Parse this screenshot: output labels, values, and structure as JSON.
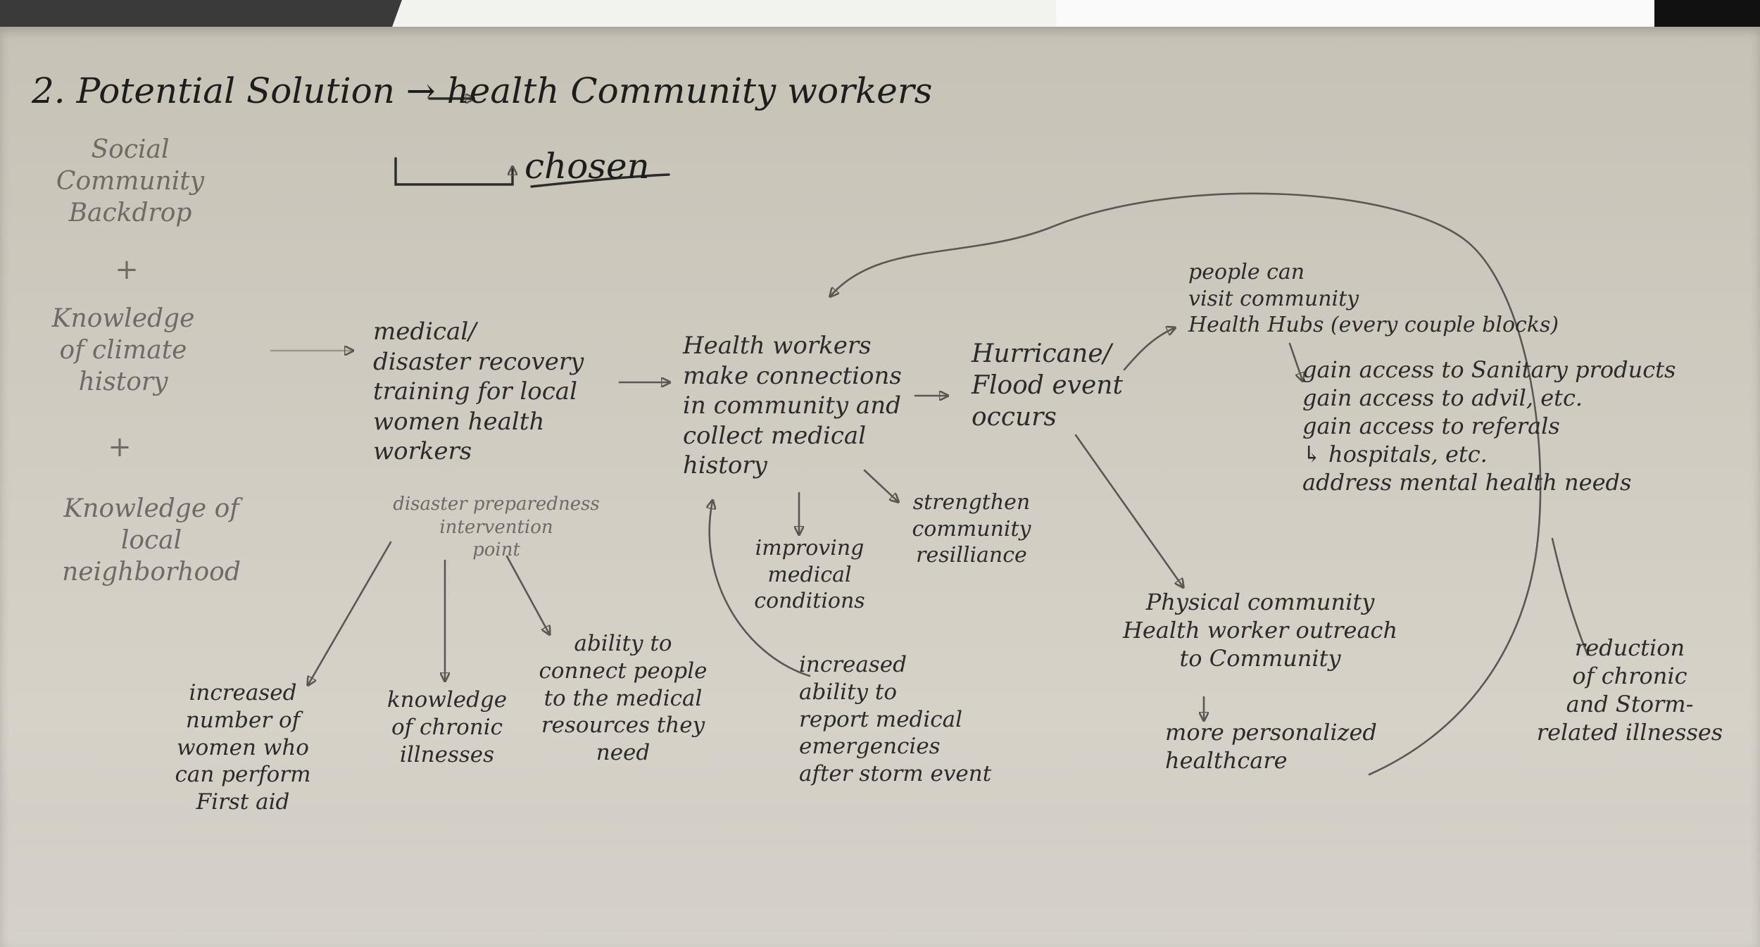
{
  "title": "2. Potential Solution → health Community workers",
  "chosen": "chosen",
  "inputs": {
    "social": "Social\nCommunity\nBackdrop",
    "plus1": "+",
    "climate": "Knowledge\nof climate\nhistory",
    "plus2": "+",
    "neighborhood": "Knowledge of\nlocal neighborhood"
  },
  "nodes": {
    "training": "medical/\ndisaster recovery\ntraining for local\nwomen health\nworkers",
    "intervention": "disaster preparedness\nintervention\npoint",
    "first_aid": "increased\nnumber of\nwomen who\ncan perform\nFirst aid",
    "chronic": "knowledge\nof chronic\nillnesses",
    "connect": "ability to\nconnect people\nto the medical\nresources they\nneed",
    "connections": "Health workers\nmake connections\nin community and\ncollect medical\nhistory",
    "improving": "improving\nmedical\nconditions",
    "resilience": "strengthen\ncommunity\nresilliance",
    "report": "increased\nability to\nreport medical\nemergencies\nafter storm event",
    "hurricane": "Hurricane/\nFlood event\noccurs",
    "hubs": "people can\nvisit community\nHealth Hubs (every couple blocks)",
    "access": "gain access to Sanitary products\ngain access to advil, etc.\ngain access to referals\n↳ hospitals, etc.\naddress mental health needs",
    "outreach": "Physical community\nHealth worker outreach\nto Community",
    "personalized": "more personalized\nhealthcare",
    "reduction": "reduction\nof chronic\nand Storm-\nrelated illnesses"
  }
}
